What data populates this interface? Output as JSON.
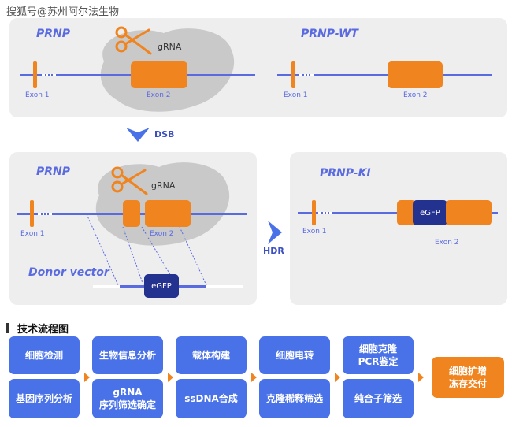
{
  "watermark": "搜狐号@苏州阿尔法生物",
  "panel1": {
    "title": "PRNP",
    "grna_label": "gRNA",
    "exon1_label": "Exon 1",
    "exon2_label": "Exon 2"
  },
  "panel2": {
    "title": "PRNP-WT",
    "exon1_label": "Exon 1",
    "exon2_label": "Exon 2"
  },
  "dsb_label": "DSB",
  "panel3": {
    "title": "PRNP",
    "grna_label": "gRNA",
    "exon1_label": "Exon 1",
    "exon2_label": "Exon 2",
    "donor_label": "Donor vector",
    "egfp_label": "eGFP"
  },
  "hdr_label": "HDR",
  "panel4": {
    "title": "PRNP-KI",
    "exon1_label": "Exon 1",
    "exon2_label": "Exon 2",
    "egfp_label": "eGFP"
  },
  "workflow": {
    "heading": "技术流程图",
    "columns": [
      {
        "top": "细胞检测",
        "bottom": "基因序列分析"
      },
      {
        "top": "生物信息分析",
        "bottom_line1": "gRNA",
        "bottom_line2": "序列筛选确定"
      },
      {
        "top": "载体构建",
        "bottom": "ssDNA合成"
      },
      {
        "top": "细胞电转",
        "bottom": "克隆稀释筛选"
      },
      {
        "top_line1": "细胞克隆",
        "top_line2": "PCR鉴定",
        "bottom": "纯合子筛选"
      }
    ],
    "final_line1": "细胞扩增",
    "final_line2": "冻存交付"
  },
  "colors": {
    "accent_blue": "#5a6be0",
    "exon_orange": "#f0841e",
    "egfp_navy": "#23318f",
    "box_blue": "#4a72e8",
    "panel_gray": "#eeeeef"
  }
}
